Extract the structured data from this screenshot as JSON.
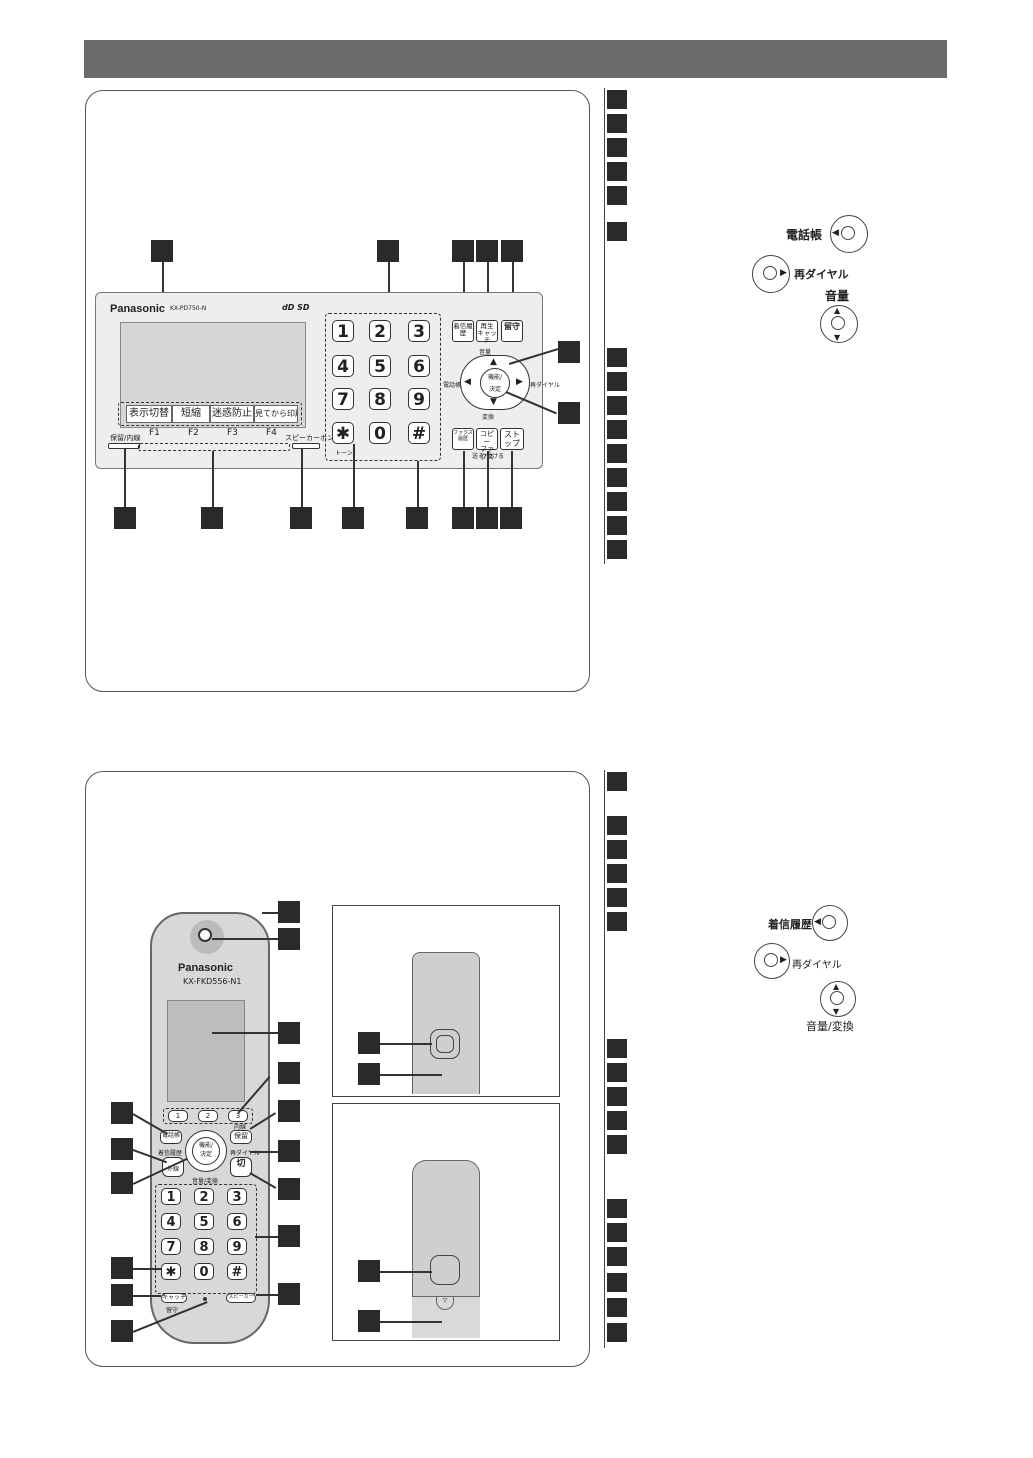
{
  "base_unit": {
    "brand": "Panasonic",
    "model": "KX-PD750-N",
    "logos": "dD SD",
    "function_keys": [
      "表示切替",
      "短縮",
      "迷惑防止",
      "見てから印刷"
    ],
    "f_labels": [
      "F1",
      "F2",
      "F3",
      "F4"
    ],
    "label_hold": "保留/内線",
    "label_speaker": "スピーカーホン",
    "label_tone": "トーン",
    "dial_keys": [
      "1",
      "2",
      "3",
      "4",
      "5",
      "6",
      "7",
      "8",
      "9",
      "✱",
      "0",
      "#"
    ],
    "top_buttons": [
      "着信履歴",
      "再生\nキャッチ",
      "留守"
    ],
    "bottom_buttons": [
      "ファクス履歴",
      "コピー\nファクス",
      "ストップ"
    ],
    "send_label": "送る/受ける",
    "nav_center": "機能/\n決定",
    "nav_up": "音量",
    "nav_left": "電話帳",
    "nav_right": "再ダイヤル",
    "nav_down": "変換"
  },
  "base_legend_dpads": {
    "phonebook": "電話帳",
    "redial": "再ダイヤル",
    "volume": "音量"
  },
  "handset": {
    "brand": "Panasonic",
    "model": "KX-FKD556-N1",
    "softkeys": [
      "1",
      "2",
      "3"
    ],
    "phonebook": "電話帳",
    "history": "着信履歴",
    "outside": "外線",
    "hold": "保留",
    "intercom": "内線",
    "redial": "再ダイヤル",
    "end": "切",
    "nav_center": "機能/\n決定",
    "vol_label": "音量/変換",
    "keys": [
      "1",
      "2",
      "3",
      "4",
      "5",
      "6",
      "7",
      "8",
      "9",
      "✱",
      "0",
      "#"
    ],
    "catch_label": "キャッチ",
    "rusu_label": "留守",
    "speaker_label": "スピーカー"
  },
  "handset_legend_dpads": {
    "history": "着信履歴",
    "redial": "再ダイヤル",
    "volume": "音量/変換"
  }
}
